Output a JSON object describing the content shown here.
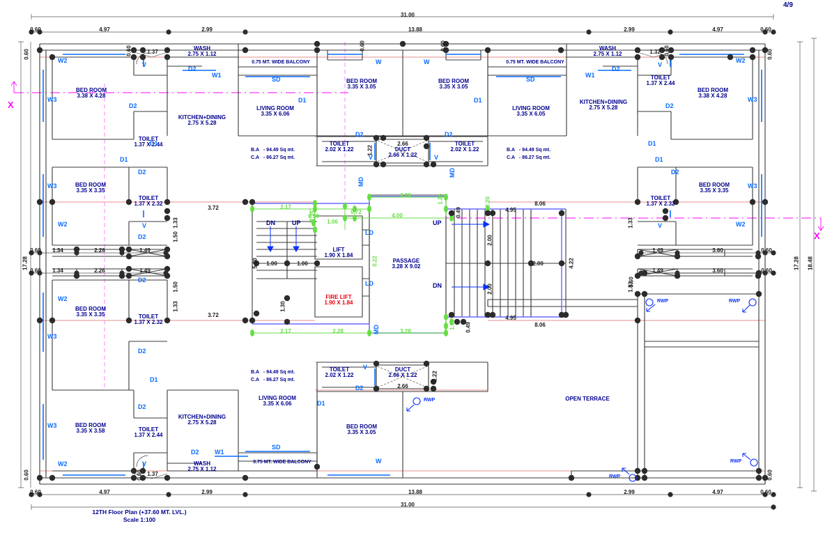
{
  "sheet": {
    "page_number": "4/9",
    "title_line1": "12TH Floor Plan (+37.60 MT. LVL.)",
    "title_line2": "Scale 1:100",
    "colors": {
      "wall": "#3a3a3a",
      "text_blue": "#00008f",
      "label_blue": "#0a6cff",
      "red": "#e8000d",
      "green": "#66dd44",
      "magenta": "#ff00ff",
      "grid_red": "#e06666"
    }
  },
  "rooms": {
    "bedroom_corner_tl": {
      "name": "BED ROOM",
      "size": "3.38 X 4.28"
    },
    "bedroom_mid_tl": {
      "name": "BED ROOM",
      "size": "3.35 X 3.05"
    },
    "bedroom_mid_tr": {
      "name": "BED ROOM",
      "size": "3.35 X 3.05"
    },
    "bedroom_corner_tr": {
      "name": "BED ROOM",
      "size": "3.38 X 4.28"
    },
    "bedroom_ml": {
      "name": "BED ROOM",
      "size": "3.35 X 3.35"
    },
    "bedroom_mr": {
      "name": "BED ROOM",
      "size": "3.35 X 3.35"
    },
    "bedroom_bl": {
      "name": "BED ROOM",
      "size": "3.35 X 3.35"
    },
    "bedroom_corner_bl": {
      "name": "BED ROOM",
      "size": "3.35 X 3.58"
    },
    "bedroom_mid_b": {
      "name": "BED ROOM",
      "size": "3.35 X 3.05"
    },
    "toilet_tl": {
      "name": "TOILET",
      "size": "1.37 X 2.44"
    },
    "toilet_tr": {
      "name": "TOILET",
      "size": "1.37 X 2.44"
    },
    "toilet_ml": {
      "name": "TOILET",
      "size": "1.37 X 2.32"
    },
    "toilet_mr": {
      "name": "TOILET",
      "size": "1.37 X 2.32"
    },
    "toilet_bl": {
      "name": "TOILET",
      "size": "1.37 X 2.32"
    },
    "toilet_bl2": {
      "name": "TOILET",
      "size": "1.37 X 2.44"
    },
    "toilet_core_l": {
      "name": "TOILET",
      "size": "2.02 X 1.22"
    },
    "toilet_core_r": {
      "name": "TOILET",
      "size": "2.02 X 1.22"
    },
    "toilet_core_b": {
      "name": "TOILET",
      "size": "2.02 X 1.22"
    },
    "wash_tl": {
      "name": "WASH",
      "size": "2.75 X 1.12"
    },
    "wash_tr": {
      "name": "WASH",
      "size": "2.75 X 1.12"
    },
    "wash_bl": {
      "name": "WASH",
      "size": "2.75 X 1.12"
    },
    "kitchen_tl": {
      "name": "KITCHEN+DINING",
      "size": "2.75 X 5.28"
    },
    "kitchen_tr": {
      "name": "KITCHEN+DINING",
      "size": "2.75 X 5.28"
    },
    "kitchen_bl": {
      "name": "KITCHEN+DINING",
      "size": "2.75 X 5.28"
    },
    "living_tl": {
      "name": "LIVING ROOM",
      "size": "3.35 X 6.06"
    },
    "living_tr": {
      "name": "LIVING ROOM",
      "size": "3.35 X 6.05"
    },
    "living_bl": {
      "name": "LIVING ROOM",
      "size": "3.35 X 6.06"
    },
    "duct_top": {
      "name": "DUCT",
      "size": "2.66 X 1.22"
    },
    "duct_bottom": {
      "name": "DUCT",
      "size": "2.66 X 1.22"
    },
    "lift": {
      "name": "LIFT",
      "size": "1.90 X 1.84"
    },
    "fire_lift": {
      "name": "FIRE LIFT",
      "size": "1.90 X 1.84"
    },
    "passage": {
      "name": "PASSAGE",
      "size": "3.28 X 9.02"
    },
    "open_terrace": {
      "name": "OPEN TERRACE"
    }
  },
  "area_blocks": [
    {
      "ba_label": "B.A",
      "ba_value": "- 94.49 Sq mt.",
      "ca_label": "C.A",
      "ca_value": "- 86.27 Sq mt."
    },
    {
      "ba_label": "B.A",
      "ba_value": "- 94.49 Sq mt.",
      "ca_label": "C.A",
      "ca_value": "- 86.27 Sq mt."
    },
    {
      "ba_label": "B.A",
      "ba_value": "- 94.49 Sq mt.",
      "ca_label": "C.A",
      "ca_value": "- 86.27 Sq mt."
    }
  ],
  "balconies": [
    "0.75 MT. WIDE BALCONY",
    "0.75 MT. WIDE BALCONY",
    "0.75 MT. WIDE BALCONY"
  ],
  "openings": {
    "window_w": "W",
    "window_w1": "W1",
    "window_w2": "W2",
    "window_w3": "W3",
    "door_d1": "D1",
    "door_d2": "D2",
    "sliding_sd": "SD",
    "vent_v": "V",
    "lift_door_ld": "LD",
    "main_door_md": "MD"
  },
  "stair_marks": {
    "up": "UP",
    "down": "DN"
  },
  "rwp_label": "RWP",
  "axis_label": "X",
  "dimensions": {
    "top_chain": [
      "0.60",
      "4.97",
      "2.99",
      "13.88",
      "2.99",
      "4.97",
      "0.60"
    ],
    "overall_top": "31.00",
    "overall_bottom": "31.00",
    "bottom_chain": [
      "0.60",
      "4.97",
      "2.99",
      "13.88",
      "2.99",
      "4.97",
      "0.60"
    ],
    "left_overall": "17.28",
    "right_overall_inner": "17.28",
    "right_overall_outer": "18.48",
    "left_upper_chain": [
      "0.60",
      "1.34",
      "2.26",
      "1.49"
    ],
    "left_lower_chain": [
      "0.60",
      "1.34",
      "2.26",
      "1.49"
    ],
    "right_upper_chain": [
      "1.49",
      "3.60",
      "0.60"
    ],
    "right_lower_chain": [
      "1.49",
      "3.60",
      "0.60"
    ],
    "small_vertical": [
      "0.60",
      "0.60",
      "1.33",
      "1.33",
      "1.50",
      "1.50"
    ],
    "misc": [
      "1.37",
      "3.72",
      "1.00",
      "1.00",
      "1.30",
      "5.20",
      "2.00",
      "2.00",
      "4.95",
      "4.95",
      "8.06",
      "8.06",
      "4.22",
      "2.00",
      "0.49",
      "0.49",
      "1.22",
      "2.66",
      "2.66"
    ],
    "green_chain": [
      "2.17",
      "2.17",
      "0.50",
      "1.06",
      "0.72",
      "2.28",
      "3.28",
      "3.28",
      "4.00",
      "1.00",
      "1.00",
      "0.22",
      "1.22",
      "1.25",
      "1.25",
      "2.20"
    ]
  }
}
